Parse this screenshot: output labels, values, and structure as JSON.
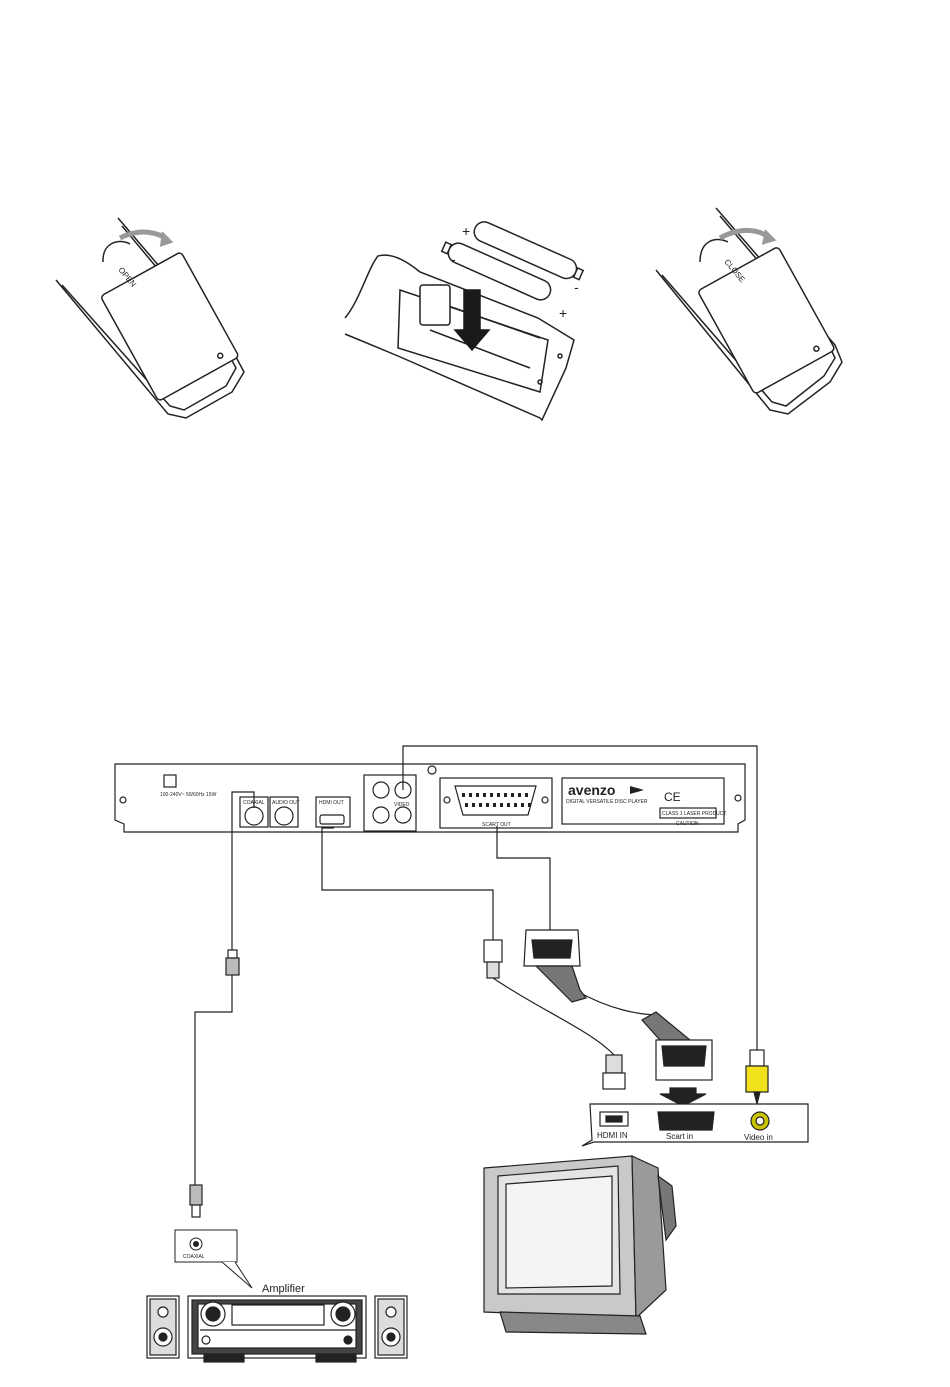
{
  "battery_steps": {
    "open_label": "OPEN",
    "close_label": "CLOSE",
    "plus_sign": "+",
    "minus_sign": "-"
  },
  "player_rear_panel": {
    "brand": "avenzo",
    "brand_sub": "DIGITAL VERSATILE DISC PLAYER",
    "power_label": "100-240V~ 50/60Hz 15W",
    "coaxial_label": "COAXIAL",
    "audio_out_label": "AUDIO OUT",
    "hdmi_out_label": "HDMI OUT",
    "video_label": "VIDEO",
    "scart_out_label": "SCART OUT",
    "ce_mark": "CE",
    "laser_label": "CLASS 1 LASER PRODUCT",
    "caution_label": "CAUTION"
  },
  "tv_panel": {
    "hdmi_in": "HDMI IN",
    "scart_in": "Scart in",
    "video_in": "Video in"
  },
  "amplifier": {
    "title": "Amplifier",
    "coaxial_in": "COAXIAL"
  },
  "colors": {
    "line": "#222222",
    "video_cable": "#f2e21d",
    "jack_ring": "#c8c400"
  }
}
